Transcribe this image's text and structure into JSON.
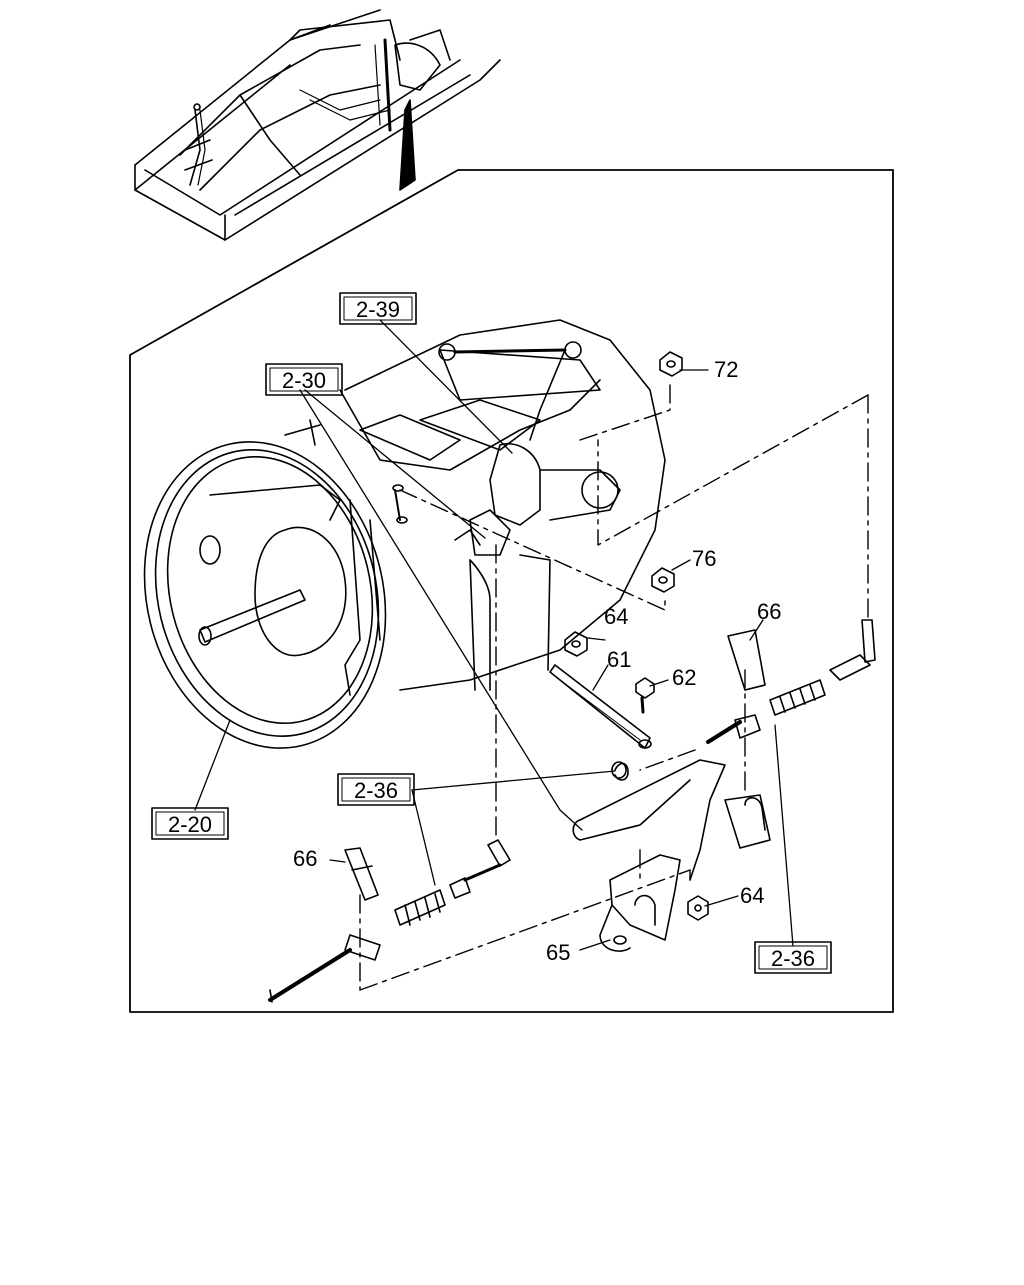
{
  "refs": {
    "r239": "2-39",
    "r230": "2-30",
    "r220": "2-20",
    "r236a": "2-36",
    "r236b": "2-36"
  },
  "parts": {
    "p72": "72",
    "p76": "76",
    "p64a": "64",
    "p61": "61",
    "p62": "62",
    "p66a": "66",
    "p66b": "66",
    "p64b": "64",
    "p65": "65"
  },
  "colors": {
    "line": "#000000",
    "background": "#ffffff"
  }
}
